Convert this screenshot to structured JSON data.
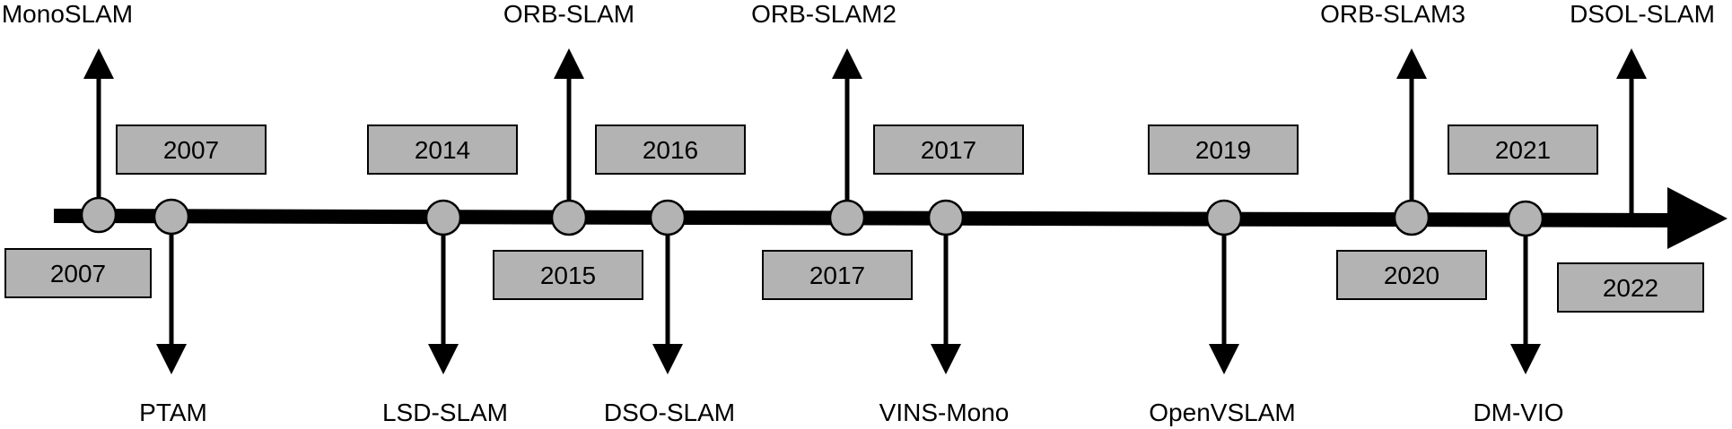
{
  "colors": {
    "line": "#000000",
    "node_fill": "#b3b3b3",
    "box_fill": "#b3b3b3",
    "background": "#ffffff"
  },
  "events": [
    {
      "name": "MonoSLAM",
      "year": "2007",
      "direction": "up"
    },
    {
      "name": "PTAM",
      "year": "2007",
      "direction": "down"
    },
    {
      "name": "LSD-SLAM",
      "year": "2014",
      "direction": "down"
    },
    {
      "name": "ORB-SLAM",
      "year": "2015",
      "direction": "up"
    },
    {
      "name": "DSO-SLAM",
      "year": "2016",
      "direction": "down"
    },
    {
      "name": "ORB-SLAM2",
      "year": "2017",
      "direction": "up"
    },
    {
      "name": "VINS-Mono",
      "year": "2017",
      "direction": "down"
    },
    {
      "name": "OpenVSLAM",
      "year": "2019",
      "direction": "down"
    },
    {
      "name": "ORB-SLAM3",
      "year": "2020",
      "direction": "up"
    },
    {
      "name": "DM-VIO",
      "year": "2021",
      "direction": "down"
    },
    {
      "name": "DSOL-SLAM",
      "year": "2022",
      "direction": "up"
    }
  ]
}
